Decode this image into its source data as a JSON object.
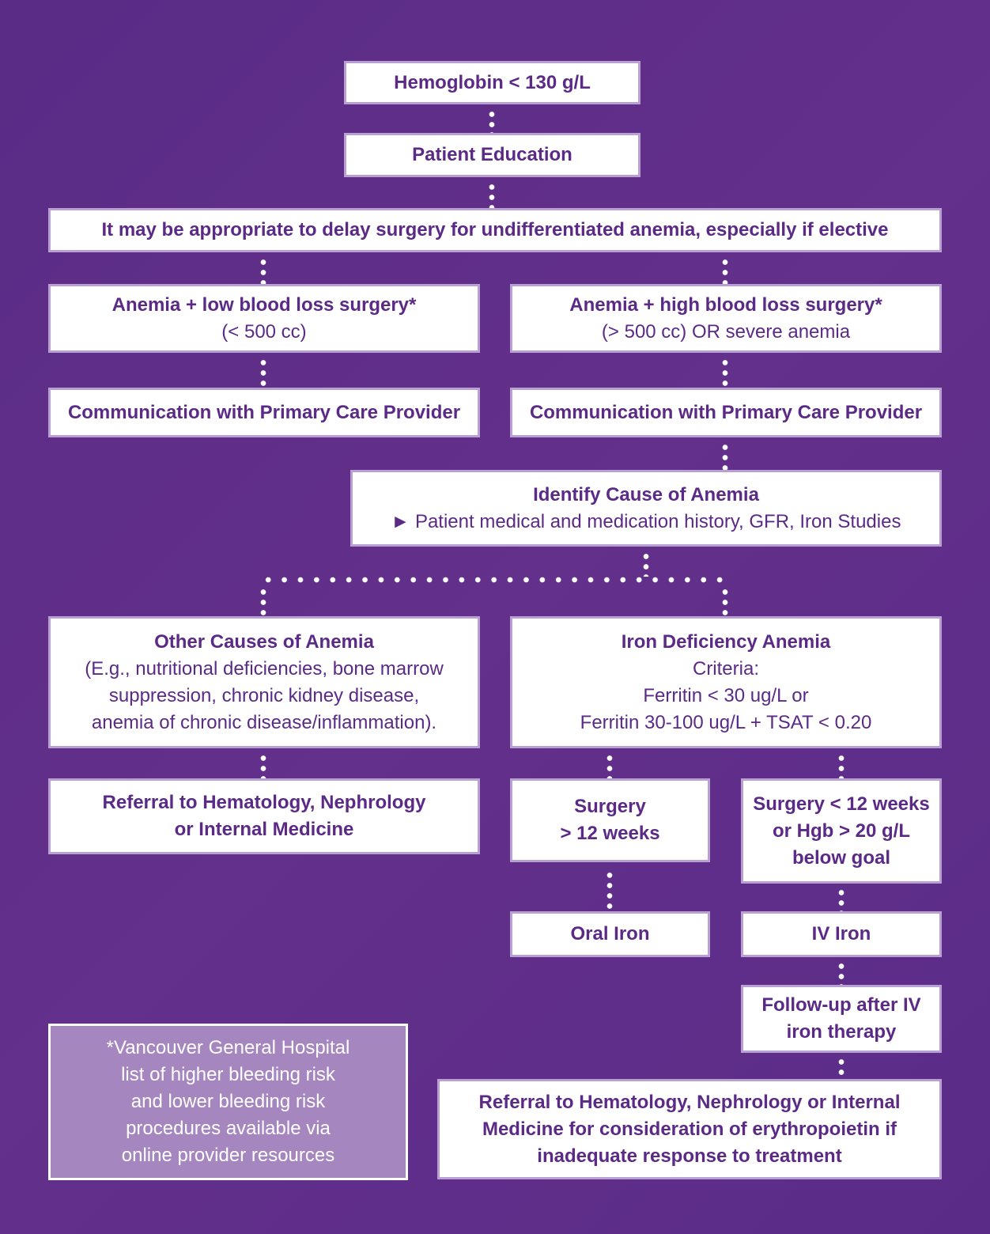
{
  "nodes": {
    "hemoglobin": "Hemoglobin < 130 g/L",
    "education": "Patient Education",
    "delay": "It may be appropriate to delay surgery for undifferentiated anemia, especially if elective",
    "low_title": "Anemia + low blood loss surgery*",
    "low_sub": "(< 500 cc)",
    "high_title": "Anemia + high blood loss surgery*",
    "high_sub": "(> 500 cc) OR severe anemia",
    "comm_left": "Communication with Primary Care Provider",
    "comm_right": "Communication with Primary Care Provider",
    "identify_title": "Identify Cause of Anemia",
    "identify_sub": "► Patient medical and medication history, GFR, Iron Studies",
    "other_title": "Other Causes of Anemia",
    "other_lines": [
      "(E.g., nutritional deficiencies, bone marrow",
      "suppression, chronic kidney disease,",
      "anemia of chronic disease/inflammation)."
    ],
    "iron_title": "Iron Deficiency Anemia",
    "iron_lines": [
      "Criteria:",
      "Ferritin < 30 ug/L or",
      "Ferritin 30-100 ug/L + TSAT < 0.20"
    ],
    "referral_left": [
      "Referral to Hematology, Nephrology",
      "or Internal Medicine"
    ],
    "surgery_long": [
      "Surgery",
      "> 12 weeks"
    ],
    "surgery_short": [
      "Surgery < 12 weeks",
      "or Hgb > 20 g/L",
      "below goal"
    ],
    "oral_iron": "Oral Iron",
    "iv_iron": "IV Iron",
    "followup": [
      "Follow-up after IV",
      "iron therapy"
    ],
    "referral_bottom": [
      "Referral to Hematology, Nephrology or Internal",
      "Medicine for consideration of erythropoietin if",
      "inadequate response to treatment"
    ]
  },
  "note": [
    "*Vancouver General Hospital",
    "list of higher bleeding risk",
    "and lower bleeding risk",
    "procedures available via",
    "online provider resources"
  ],
  "colors": {
    "background": "#5f2e89",
    "box_text": "#5b2a86",
    "box_border": "#b8a0d2",
    "note_fill": "#a586bf"
  }
}
